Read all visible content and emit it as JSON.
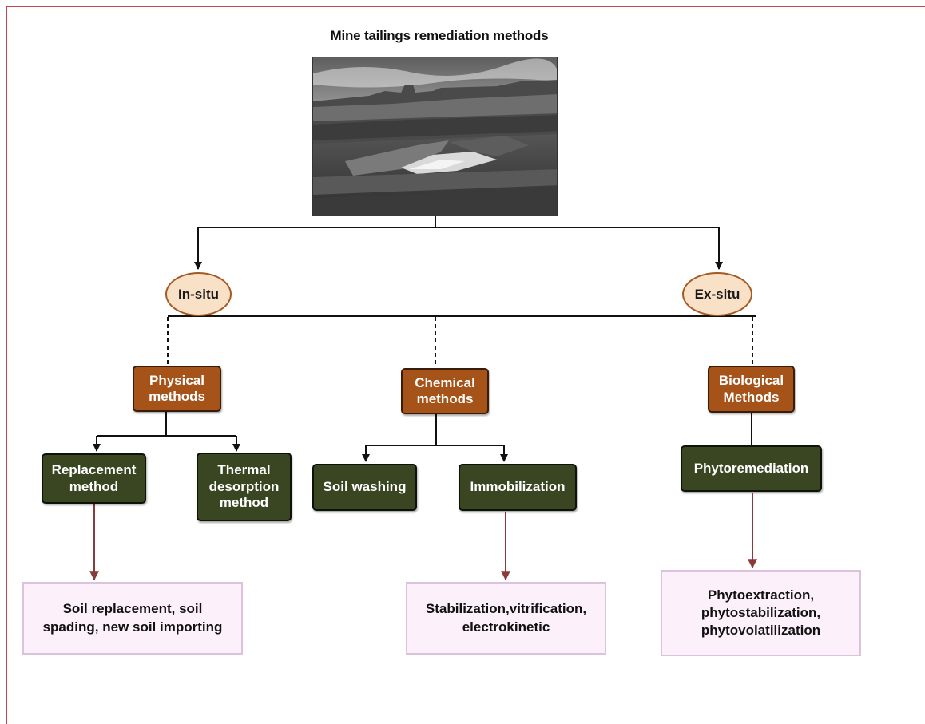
{
  "title": "Mine tailings remediation methods",
  "photo": {
    "icon": "mine-tailings-landscape-photo"
  },
  "branches": {
    "in_situ": "In-situ",
    "ex_situ": "Ex-situ"
  },
  "methods": {
    "physical": "Physical\nmethods",
    "chemical": "Chemical\nmethods",
    "biological": "Biological\nMethods"
  },
  "techniques": {
    "replacement": "Replacement\nmethod",
    "thermal": "Thermal\ndesorption\nmethod",
    "soil_washing": "Soil washing",
    "immobilization": "Immobilization",
    "phytoremediation": "Phytoremediation"
  },
  "outcomes": {
    "replacement": "Soil replacement, soil\nspading, new soil importing",
    "immobilization": "Stabilization,vitrification,\nelectrokinetic",
    "phytoremediation": "Phytoextraction,\nphytostabilization,\nphytovolatilization"
  },
  "colors": {
    "frame": "#c9444b",
    "oval_fill": "#f9e1c8",
    "method_box": "#a65319",
    "technique_box": "#3a4621",
    "outcome_box": "#fcf0fb",
    "outcome_arrow": "#8b3a3a"
  }
}
